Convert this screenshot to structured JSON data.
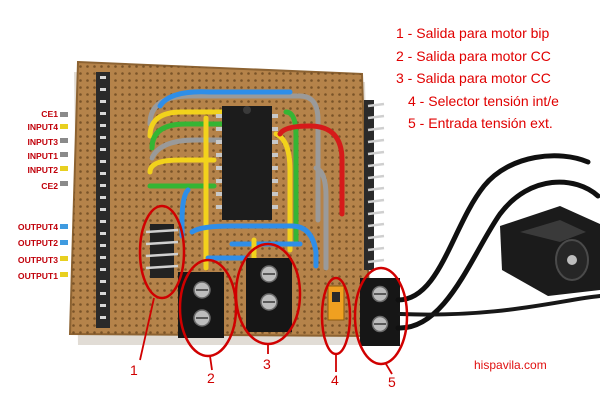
{
  "legend": [
    "1 - Salida para motor bip",
    "2 - Salida para motor CC",
    "3 - Salida para motor CC",
    "4 - Selector tensión int/e",
    "5 - Entrada tensión ext."
  ],
  "pins": {
    "ce1": "CE1",
    "input4": "INPUT4",
    "input3": "INPUT3",
    "input1": "INPUT1",
    "input2": "INPUT2",
    "ce2": "CE2",
    "output4": "OUTPUT4",
    "output2": "OUTPUT2",
    "output3": "OUTPUT3",
    "output1": "OUTPUT1"
  },
  "callouts": [
    "1",
    "2",
    "3",
    "4",
    "5"
  ],
  "credit": "hispavila.com",
  "colors": {
    "annotation_red": "#e00000",
    "board": "#b5834a",
    "ic_body": "#1c1c1c",
    "terminal_block": "#161616",
    "wire_blue": "#2f8ee8",
    "wire_yellow": "#f2d21c",
    "wire_green": "#35b534",
    "wire_red": "#d61a1a",
    "wire_gray": "#9a9a9a",
    "jumper_orange": "#f0a020",
    "pin_marker_gray": "#8a8a8a",
    "pin_marker_yellow": "#e8d020",
    "pin_marker_blue": "#3f9be0"
  }
}
